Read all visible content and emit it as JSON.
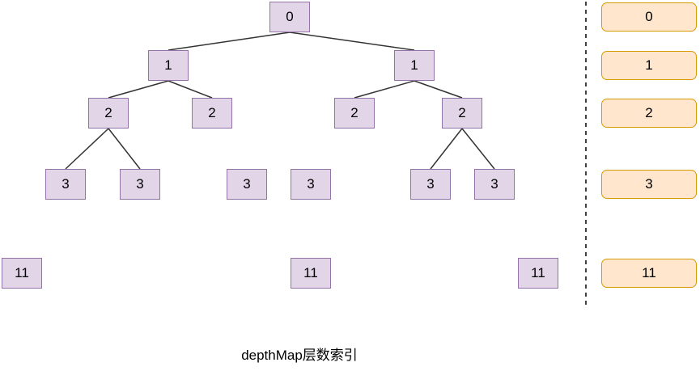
{
  "nodes": [
    {
      "id": "n0",
      "label": "0"
    },
    {
      "id": "n1a",
      "label": "1"
    },
    {
      "id": "n1b",
      "label": "1"
    },
    {
      "id": "n2a",
      "label": "2"
    },
    {
      "id": "n2b",
      "label": "2"
    },
    {
      "id": "n2c",
      "label": "2"
    },
    {
      "id": "n2d",
      "label": "2"
    },
    {
      "id": "n3a",
      "label": "3"
    },
    {
      "id": "n3b",
      "label": "3"
    },
    {
      "id": "n3c",
      "label": "3"
    },
    {
      "id": "n3d",
      "label": "3"
    },
    {
      "id": "n3e",
      "label": "3"
    },
    {
      "id": "n3f",
      "label": "3"
    },
    {
      "id": "n11a",
      "label": "11"
    },
    {
      "id": "n11b",
      "label": "11"
    },
    {
      "id": "n11c",
      "label": "11"
    }
  ],
  "edges": [
    {
      "from": "n0",
      "to": "n1a"
    },
    {
      "from": "n0",
      "to": "n1b"
    },
    {
      "from": "n1a",
      "to": "n2a"
    },
    {
      "from": "n1a",
      "to": "n2b"
    },
    {
      "from": "n1b",
      "to": "n2c"
    },
    {
      "from": "n1b",
      "to": "n2d"
    },
    {
      "from": "n2a",
      "to": "n3a"
    },
    {
      "from": "n2a",
      "to": "n3b"
    },
    {
      "from": "n2d",
      "to": "n3e"
    },
    {
      "from": "n2d",
      "to": "n3f"
    }
  ],
  "legend": [
    "0",
    "1",
    "2",
    "3",
    "11"
  ],
  "caption": "depthMap层数索引",
  "colors": {
    "node_fill": "#e1d5e7",
    "node_stroke": "#9673a6",
    "legend_fill": "#ffe6cc",
    "legend_stroke": "#d79b00"
  }
}
